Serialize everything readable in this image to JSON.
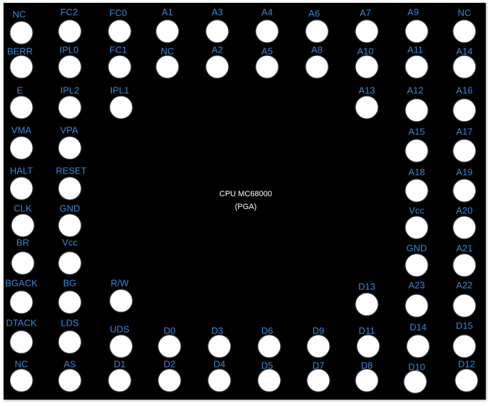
{
  "title": [
    "CPU MC68000",
    "(PGA)"
  ],
  "pins": [
    "NC",
    "FC2",
    "FC0",
    "A1",
    "A3",
    "A4",
    "A6",
    "A7",
    "A9",
    "NC",
    "BERR",
    "IPL0",
    "FC1",
    "NC",
    "A2",
    "A5",
    "A8",
    "A10",
    "A11",
    "A14",
    "E",
    "IPL2",
    "IPL1",
    "A13",
    "A12",
    "A16",
    "VMA",
    "VPA",
    "A15",
    "A17",
    "HALT",
    "RESET",
    "A18",
    "A19",
    "CLK",
    "GND",
    "Vcc",
    "A20",
    "BR",
    "Vcc",
    "GND",
    "A21",
    "BGACK",
    "BG",
    "R/W",
    "D13",
    "A23",
    "A22",
    "DTACK",
    "LDS",
    "UDS",
    "D0",
    "D3",
    "D6",
    "D9",
    "D11",
    "D14",
    "D15",
    "NC",
    "AS",
    "D1",
    "D2",
    "D4",
    "D5",
    "D7",
    "D8",
    "D10",
    "D12"
  ]
}
